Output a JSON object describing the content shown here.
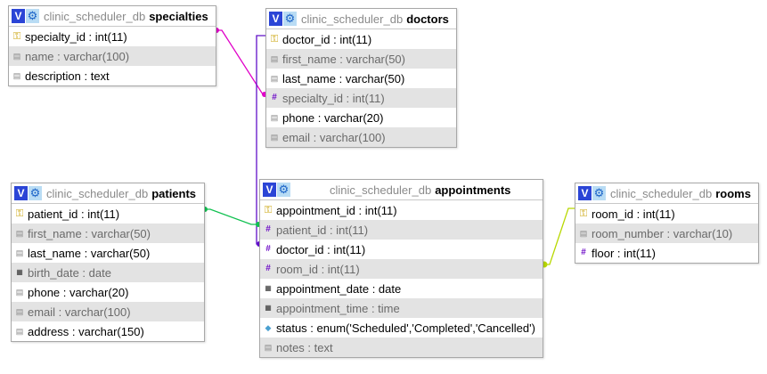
{
  "colors": {
    "link_specialty": "#e000c8",
    "link_doctor": "#6010c8",
    "link_patient": "#10c050",
    "link_room": "#b8d800",
    "header_icon_bg": "#2b45d6"
  },
  "tables": {
    "specialties": {
      "db": "clinic_scheduler_db",
      "name": "specialties",
      "fields": [
        {
          "text": "specialty_id : int(11)",
          "icon": "key-icon"
        },
        {
          "text": "name : varchar(100)",
          "icon": "column-icon"
        },
        {
          "text": "description : text",
          "icon": "column-icon"
        }
      ]
    },
    "doctors": {
      "db": "clinic_scheduler_db",
      "name": "doctors",
      "fields": [
        {
          "text": "doctor_id : int(11)",
          "icon": "key-icon"
        },
        {
          "text": "first_name : varchar(50)",
          "icon": "column-icon"
        },
        {
          "text": "last_name : varchar(50)",
          "icon": "column-icon"
        },
        {
          "text": "specialty_id : int(11)",
          "icon": "foreign-key-icon"
        },
        {
          "text": "phone : varchar(20)",
          "icon": "column-icon"
        },
        {
          "text": "email : varchar(100)",
          "icon": "column-icon"
        }
      ]
    },
    "patients": {
      "db": "clinic_scheduler_db",
      "name": "patients",
      "fields": [
        {
          "text": "patient_id : int(11)",
          "icon": "key-icon"
        },
        {
          "text": "first_name : varchar(50)",
          "icon": "column-icon"
        },
        {
          "text": "last_name : varchar(50)",
          "icon": "column-icon"
        },
        {
          "text": "birth_date : date",
          "icon": "date-icon"
        },
        {
          "text": "phone : varchar(20)",
          "icon": "column-icon"
        },
        {
          "text": "email : varchar(100)",
          "icon": "column-icon"
        },
        {
          "text": "address : varchar(150)",
          "icon": "column-icon"
        }
      ]
    },
    "appointments": {
      "db": "clinic_scheduler_db",
      "name": "appointments",
      "fields": [
        {
          "text": "appointment_id : int(11)",
          "icon": "key-icon"
        },
        {
          "text": "patient_id : int(11)",
          "icon": "foreign-key-icon"
        },
        {
          "text": "doctor_id : int(11)",
          "icon": "foreign-key-icon"
        },
        {
          "text": "room_id : int(11)",
          "icon": "foreign-key-icon"
        },
        {
          "text": "appointment_date : date",
          "icon": "date-icon"
        },
        {
          "text": "appointment_time : time",
          "icon": "date-icon"
        },
        {
          "text": "status : enum('Scheduled','Completed','Cancelled')",
          "icon": "enum-icon"
        },
        {
          "text": "notes : text",
          "icon": "column-icon"
        }
      ]
    },
    "rooms": {
      "db": "clinic_scheduler_db",
      "name": "rooms",
      "fields": [
        {
          "text": "room_id : int(11)",
          "icon": "key-icon"
        },
        {
          "text": "room_number : varchar(10)",
          "icon": "column-icon"
        },
        {
          "text": "floor : int(11)",
          "icon": "foreign-key-icon"
        }
      ]
    }
  }
}
